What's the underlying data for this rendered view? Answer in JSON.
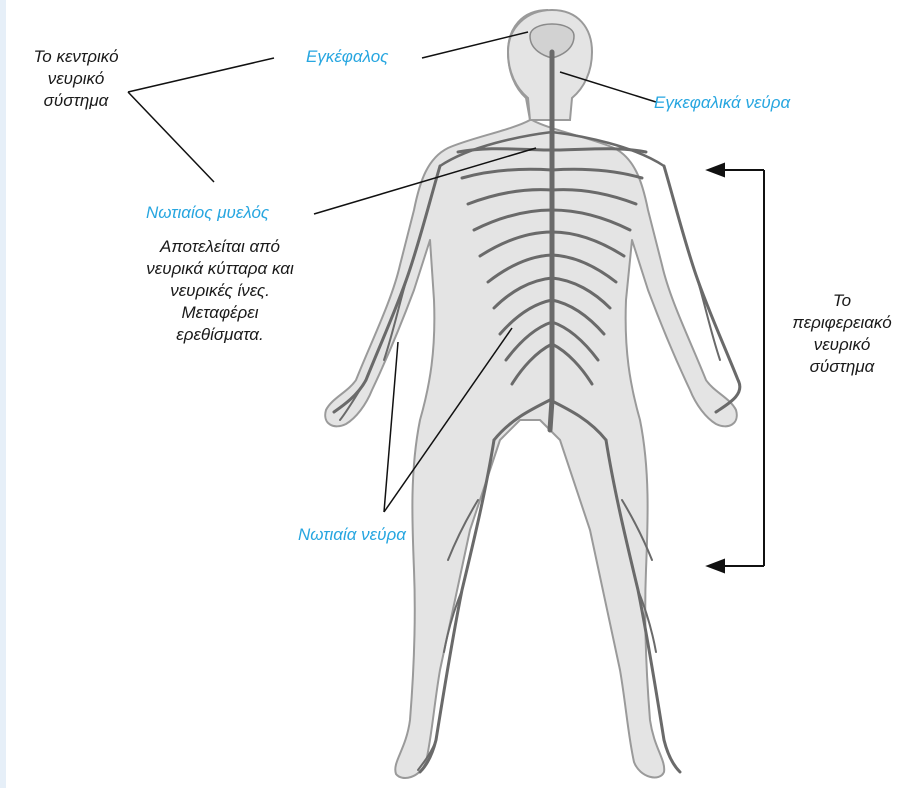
{
  "labels": {
    "cns": [
      "Το κεντρικό",
      "νευρικό",
      "σύστημα"
    ],
    "brain": "Εγκέφαλος",
    "cranial_nerves": "Εγκεφαλικά νεύρα",
    "spinal_cord": "Νωτιαίος μυελός",
    "spinal_cord_desc": [
      "Αποτελείται από",
      "νευρικά κύτταρα και",
      "νευρικές ίνες.",
      "Μεταφέρει",
      "ερεθίσματα."
    ],
    "spinal_nerves": "Νωτιαία νεύρα",
    "pns": [
      "Το",
      "περιφερειακό",
      "νευρικό",
      "σύστημα"
    ]
  },
  "colors": {
    "label_blue": "#27a6e0",
    "text_dark": "#1a1a1a",
    "body_fill": "#e4e4e4",
    "body_outline": "#9a9a9a",
    "nerve": "#6a6a6a",
    "leader": "#111111"
  }
}
